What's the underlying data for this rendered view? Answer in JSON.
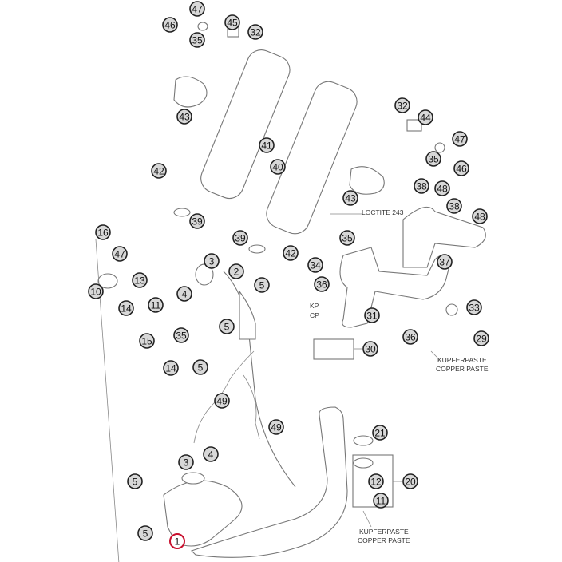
{
  "title": "Exhaust system exploded parts diagram",
  "callouts": [
    "47",
    "46",
    "35",
    "45",
    "32",
    "43",
    "41",
    "40",
    "42",
    "39",
    "32",
    "44",
    "47",
    "35",
    "46",
    "38",
    "48",
    "43",
    "38",
    "48",
    "39",
    "42",
    "35",
    "34",
    "37",
    "16",
    "47",
    "3",
    "2",
    "13",
    "10",
    "4",
    "5",
    "36",
    "14",
    "11",
    "5",
    "33",
    "15",
    "35",
    "31",
    "36",
    "29",
    "30",
    "14",
    "5",
    "49",
    "49",
    "21",
    "3",
    "4",
    "20",
    "5",
    "12",
    "11",
    "5",
    "1"
  ],
  "notes": {
    "loctite": "LOCTITE 243",
    "kp": "KP",
    "cp": "CP",
    "kupferpaste_1": "KUPFERPASTE",
    "copper_paste_1": "COPPER PASTE",
    "kupferpaste_2": "KUPFERPASTE",
    "copper_paste_2": "COPPER PASTE"
  },
  "colors": {
    "highlight": "#c8102e",
    "callout_fill": "#d8d8d8"
  }
}
